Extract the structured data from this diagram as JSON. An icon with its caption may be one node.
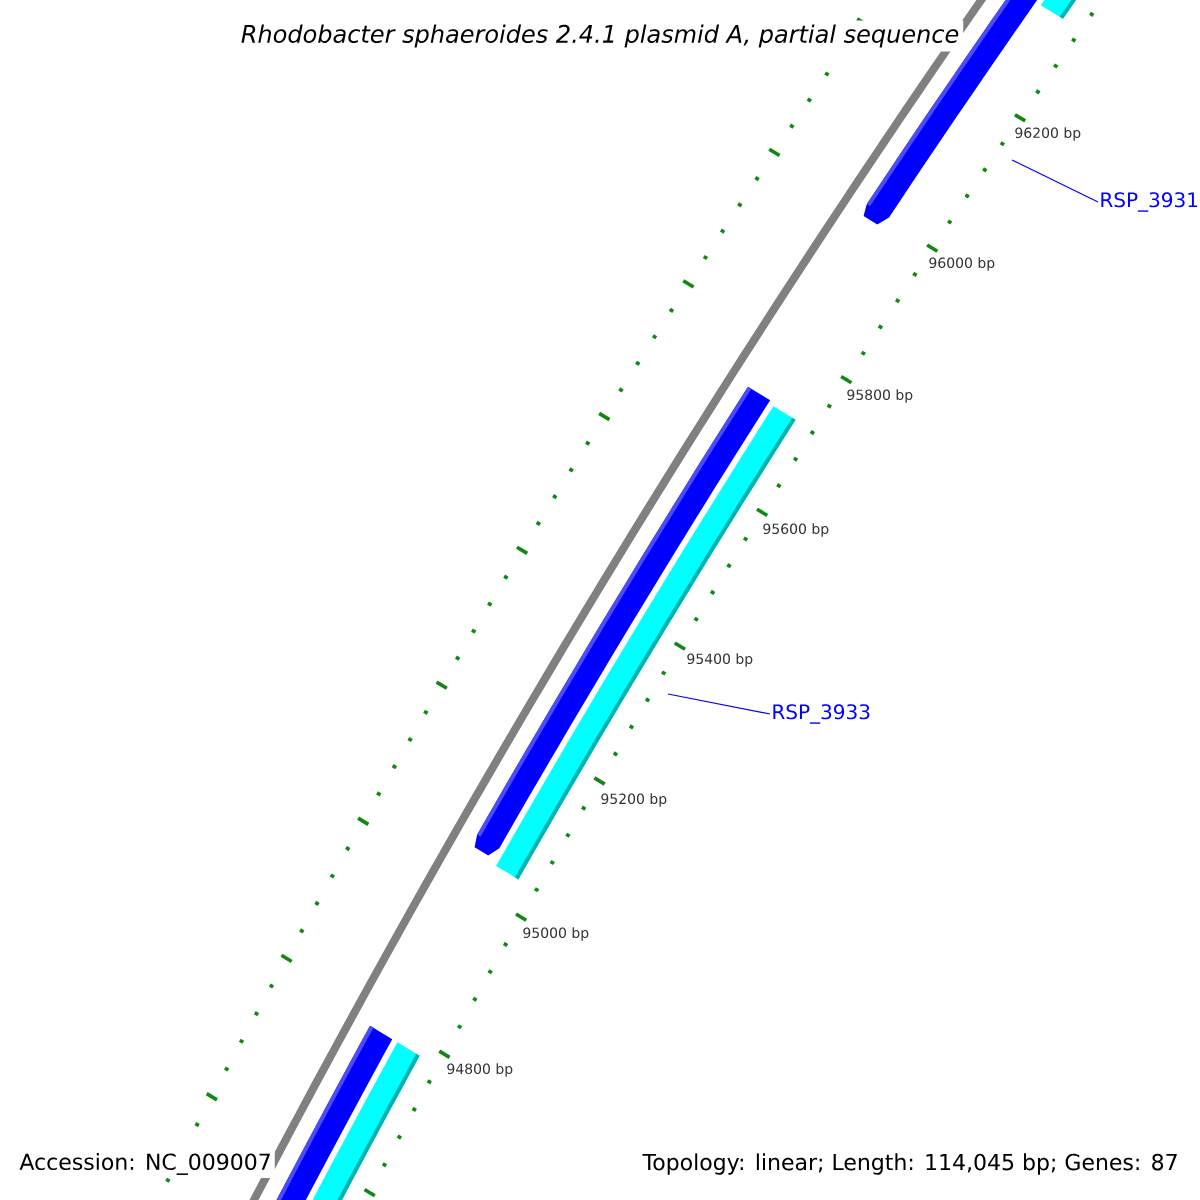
{
  "diagram": {
    "title": "*Rhodobacter sphaeroides* 2.4.1 plasmid A, partial sequence",
    "nodes": [
      {
        "text": [
          "RSP_3931"
        ]
      },
      {
        "text": [
          "RSP_3933"
        ]
      }
    ],
    "edges": [
      {
        "from": 0,
        "to": null,
        "arrow": "none",
        "color": "#0000ff"
      },
      {
        "from": 1,
        "to": null,
        "arrow": "none",
        "color": "#0000ff"
      }
    ],
    "labels": [
      "96200 bp",
      "96000 bp",
      "95800 bp",
      "95600 bp",
      "95400 bp",
      "95200 bp",
      "95000 bp",
      "94800 bp",
      "Accession: NC_009007",
      "Topology: linear; Length: 114,045 bp; Genes: 87"
    ]
  }
}
